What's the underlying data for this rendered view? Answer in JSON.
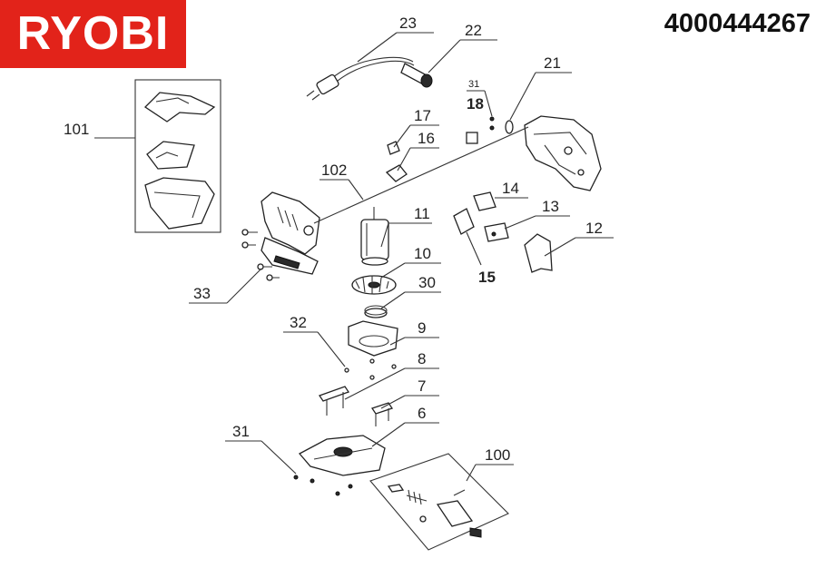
{
  "brand": {
    "name": "RYOBI",
    "color": "#e2231a"
  },
  "part_number": "4000444267",
  "callouts": {
    "c23": "23",
    "c22": "22",
    "c21": "21",
    "c31a": "31",
    "c18": "18",
    "c17": "17",
    "c16": "16",
    "c101": "101",
    "c102": "102",
    "c11": "11",
    "c14": "14",
    "c13": "13",
    "c12": "12",
    "c10": "10",
    "c15": "15",
    "c33": "33",
    "c30": "30",
    "c32": "32",
    "c9": "9",
    "c8": "8",
    "c7": "7",
    "c6": "6",
    "c31b": "31",
    "c100": "100"
  }
}
